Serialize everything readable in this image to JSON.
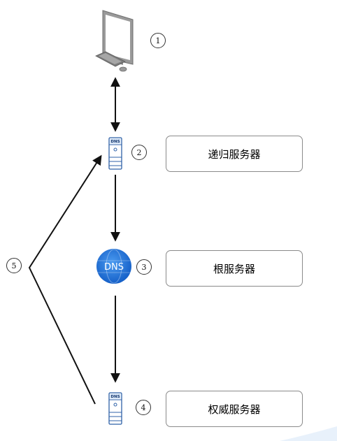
{
  "nodes": {
    "computer": {
      "step": "1"
    },
    "recursive": {
      "step": "2",
      "icon_label": "DNS",
      "box_label": "递归服务器"
    },
    "root": {
      "step": "3",
      "icon_label": "DNS",
      "box_label": "根服务器"
    },
    "authoritative": {
      "step": "4",
      "icon_label": "DNS",
      "box_label": "权威服务器"
    }
  },
  "return_path": {
    "step": "5"
  },
  "colors": {
    "globe_blue": "#1e6fd6",
    "server_blue": "#2f62a8",
    "arrow": "#111111",
    "box_border": "#8a8a8a"
  }
}
